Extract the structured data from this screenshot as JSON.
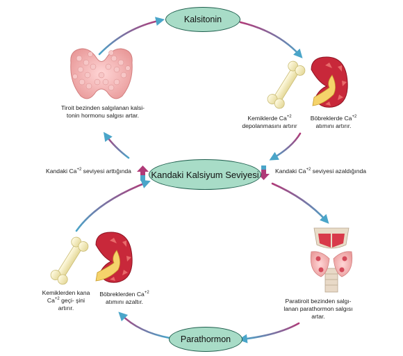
{
  "title_top": "Kalsitonin",
  "title_center": "Kandaki Kalsiyum Seviyesi",
  "title_bottom": "Parathormon",
  "top_left_caption": "Tiroit bezinden salgılanan kalsi- tonin hormonu salgısı artar.",
  "top_right": {
    "bone_caption_pre": "Kemiklerde Ca",
    "bone_caption_sup": "+2",
    "bone_caption_post": "depolanmasını artırır",
    "kidney_caption_pre": "Böbreklerde Ca",
    "kidney_caption_sup": "+2",
    "kidney_caption_post": "atımını artırır."
  },
  "left_side": {
    "pre": "Kandaki Ca",
    "sup": "+2",
    "post": " seviyesi arttığında"
  },
  "right_side": {
    "pre": "Kandaki Ca",
    "sup": "+2",
    "post": " seviyesi azaldığında"
  },
  "bottom_left": {
    "bone_caption_pre": "Kemiklerden kana Ca",
    "bone_caption_sup": "+2",
    "bone_caption_post": " geçi- şini artırır.",
    "kidney_caption_pre": "Böbreklerden Ca",
    "kidney_caption_sup": "+2",
    "kidney_caption_post": "atımını azaltır."
  },
  "bottom_right_caption": "Paratiroit bezinden salgı- lanan parathormon salgısı artar.",
  "colors": {
    "oval_fill": "#a8dcc7",
    "oval_border": "#1d5d4c",
    "arrow_teal": "#4aa5c9",
    "arrow_magenta": "#b03a78",
    "bone": "#f1eac0",
    "kidney": "#c8283a",
    "thyroid": "#f1b4b4"
  }
}
